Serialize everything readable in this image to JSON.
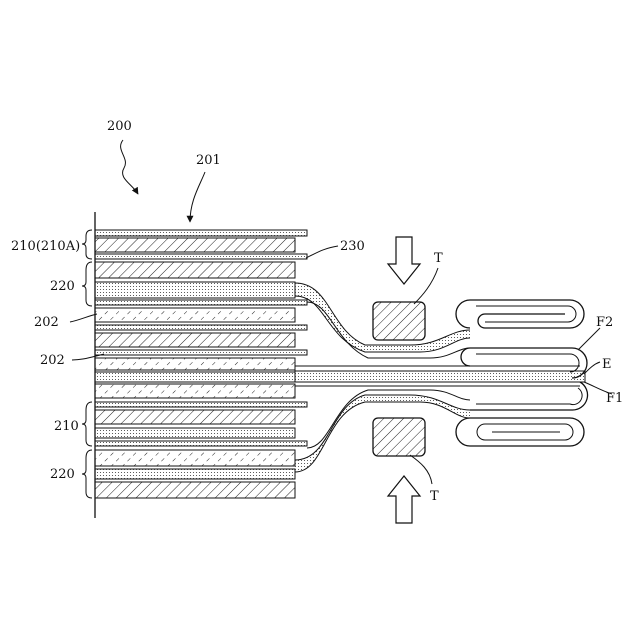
{
  "labels": {
    "assembly": "200",
    "stack": "201",
    "top_layer": "210(210A)",
    "wire": "230",
    "upper_220": "220",
    "upper_202": "202",
    "middle_202": "202",
    "lower_210": "210",
    "lower_220": "220",
    "tool_top": "T",
    "tool_bottom": "T",
    "fold_f2": "F2",
    "fold_e": "E",
    "fold_f1": "F1"
  }
}
